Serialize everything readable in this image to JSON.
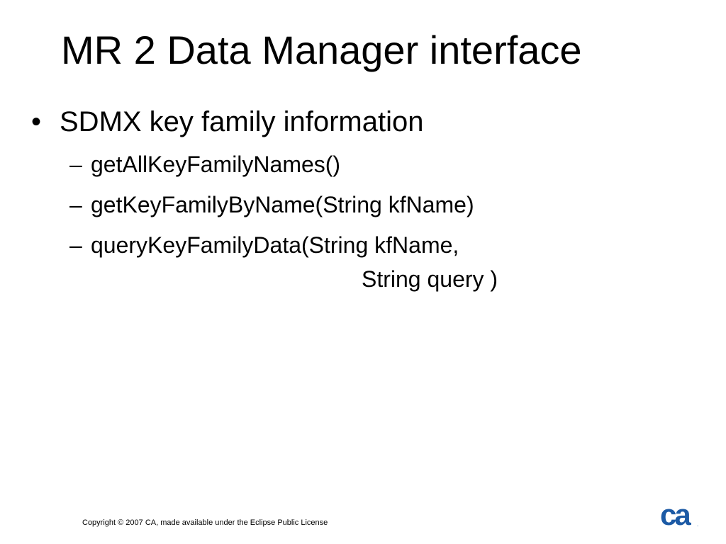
{
  "slide": {
    "title": "MR 2 Data Manager interface",
    "bullet": {
      "marker": "•",
      "text": "SDMX key family information",
      "items": [
        {
          "marker": "–",
          "text": "getAllKeyFamilyNames()"
        },
        {
          "marker": "–",
          "text": "getKeyFamilyByName(String kfName)"
        },
        {
          "marker": "–",
          "text": "queryKeyFamilyData(String kfName,",
          "continuation": "String query )"
        }
      ]
    },
    "footer": "Copyright © 2007 CA, made available under the Eclipse Public License",
    "logo": {
      "text": "ca",
      "registered": ".",
      "color": "#1c5aa5"
    }
  }
}
